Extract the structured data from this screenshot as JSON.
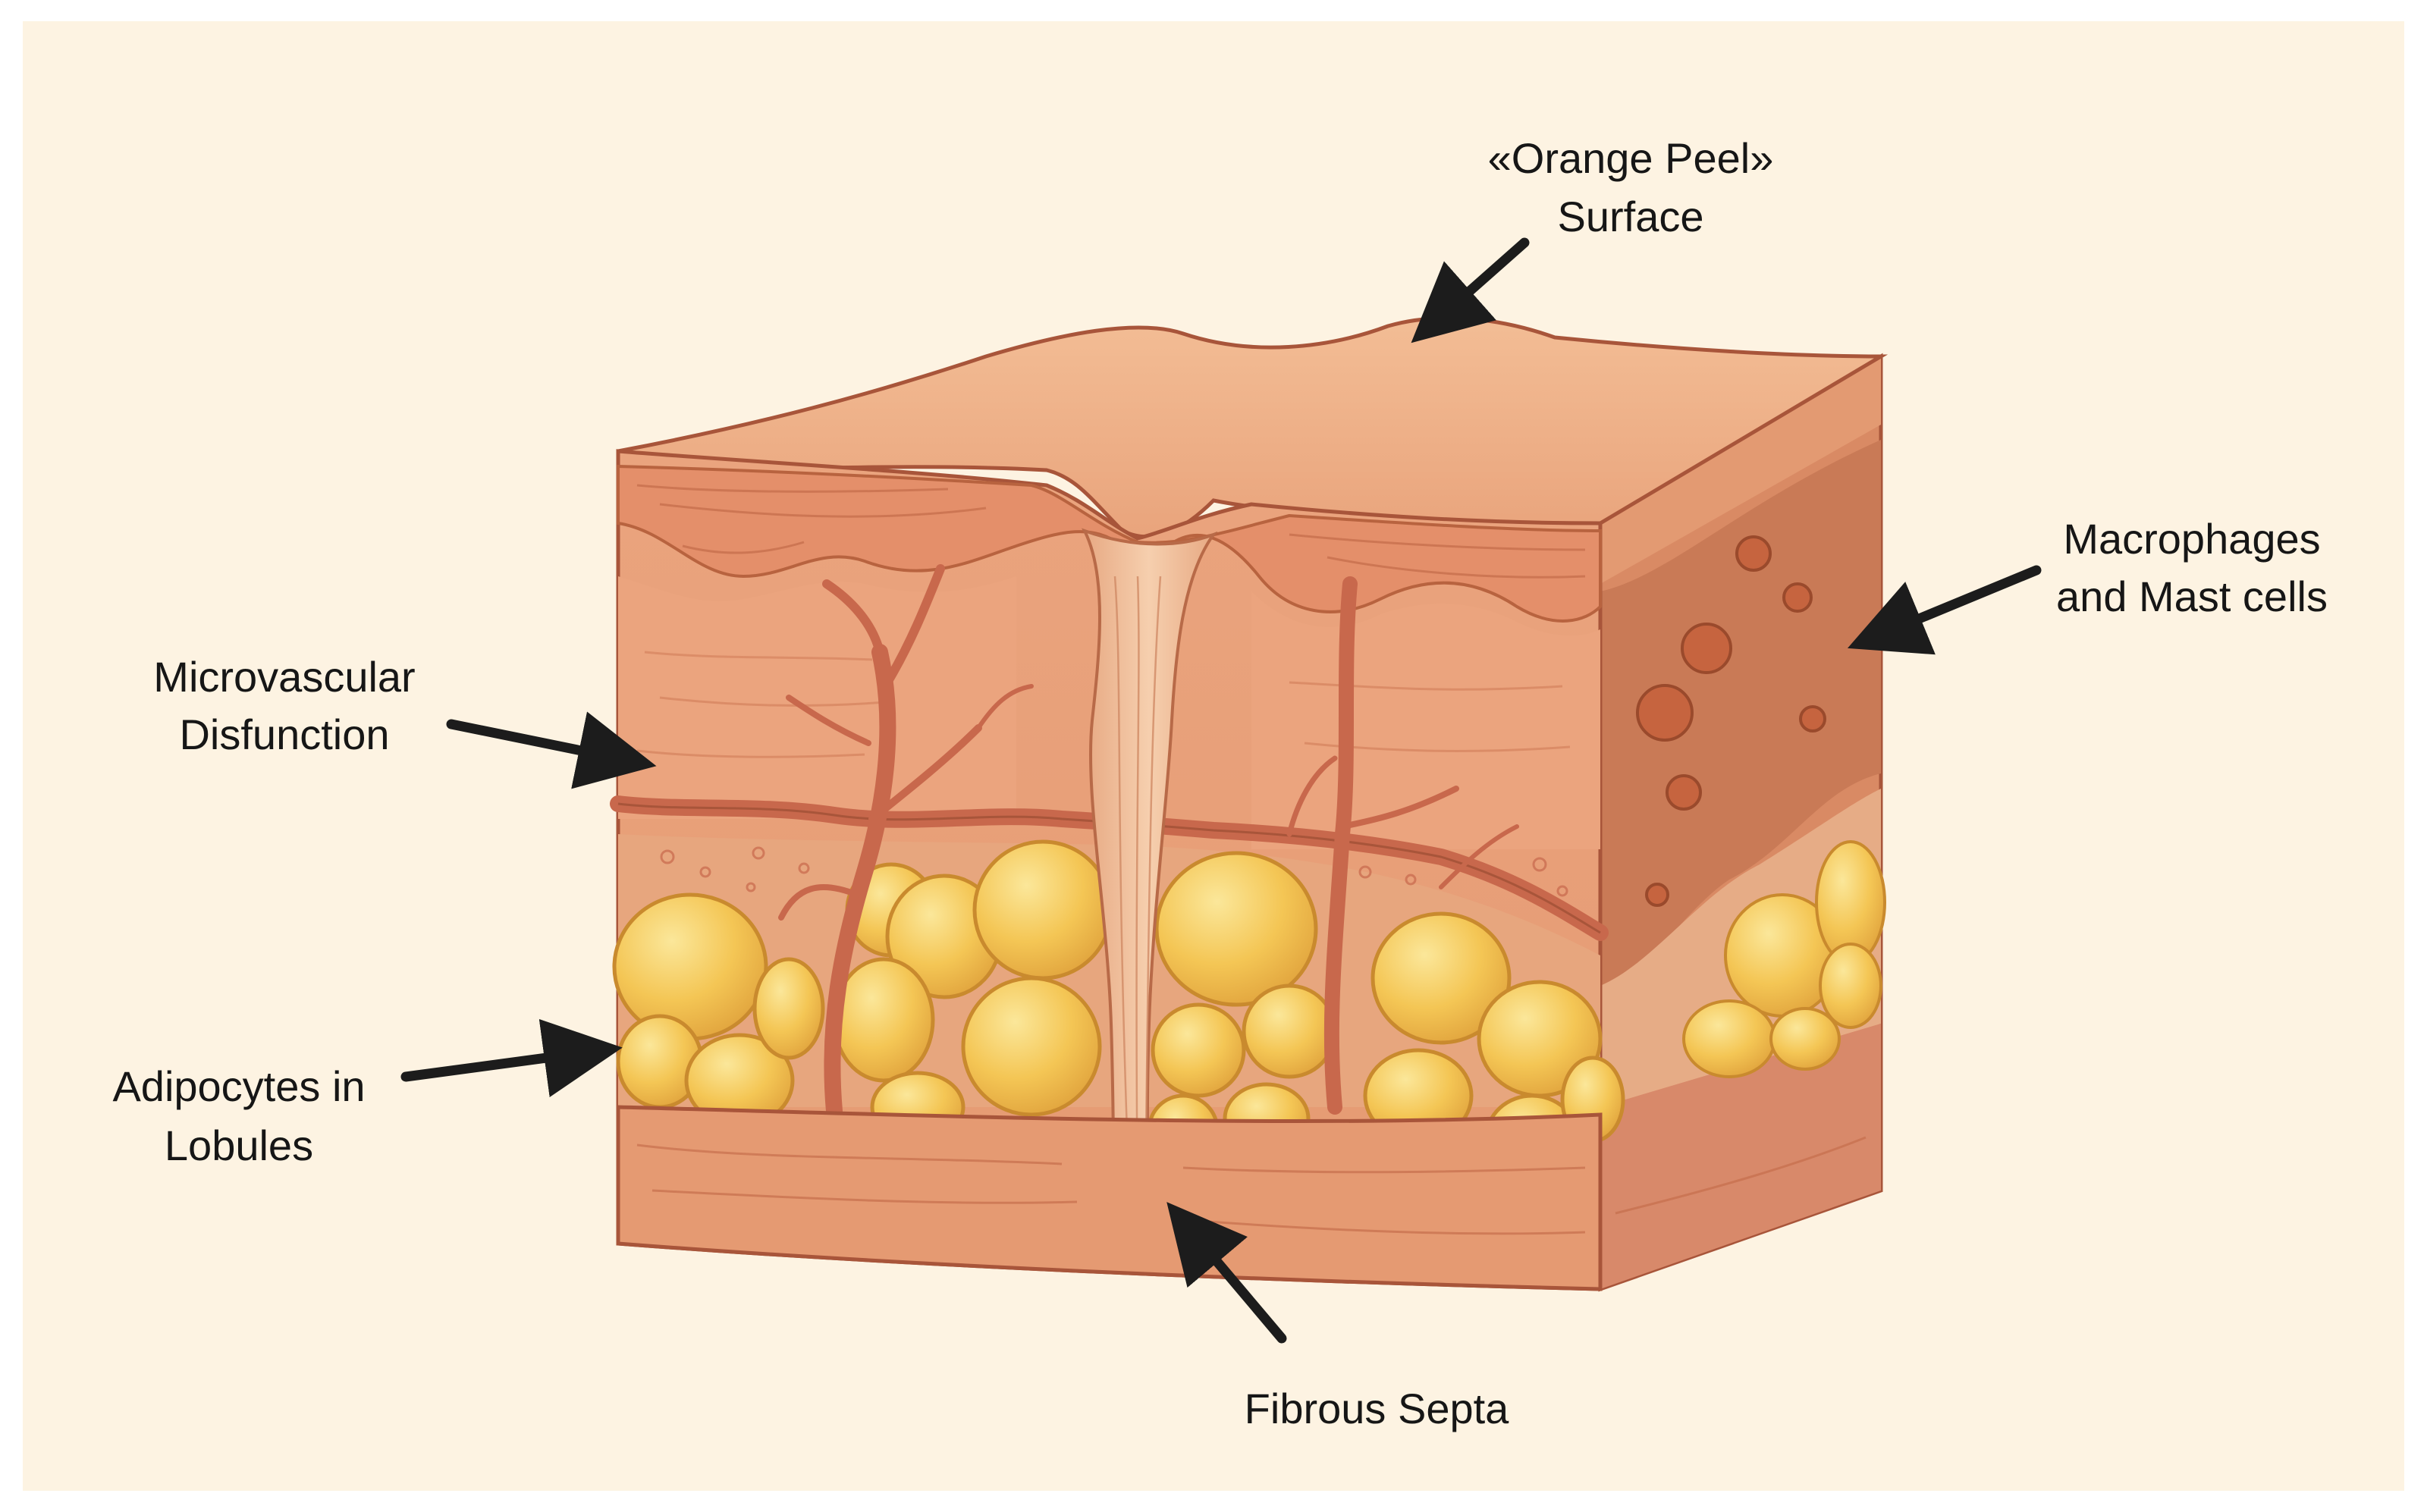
{
  "labels": {
    "orange_peel_line1": "«Orange Peel»",
    "orange_peel_line2": "Surface",
    "macrophages_line1": "Macrophages",
    "macrophages_line2": "and Mast cells",
    "microvascular_line1": "Microvascular",
    "microvascular_line2": "Disfunction",
    "adipocytes_line1": "Adipocytes in",
    "adipocytes_line2": "Lobules",
    "fibrous_septa": "Fibrous Septa"
  },
  "colors": {
    "background": "#fdf3e2",
    "frame": "#ffffff",
    "dermis": "#e8a07a",
    "epidermis": "#f0b48c",
    "top_surface": "#eeae86",
    "side_face": "#d98a64",
    "vessel": "#c8684c",
    "outline": "#a8553a",
    "adipocyte": "#f4c655",
    "adipocyte_highlight": "#fbe79a",
    "septa": "#f2c49e",
    "arrow": "#1c1c1c"
  },
  "icons": {
    "arrow": "arrow-icon"
  }
}
